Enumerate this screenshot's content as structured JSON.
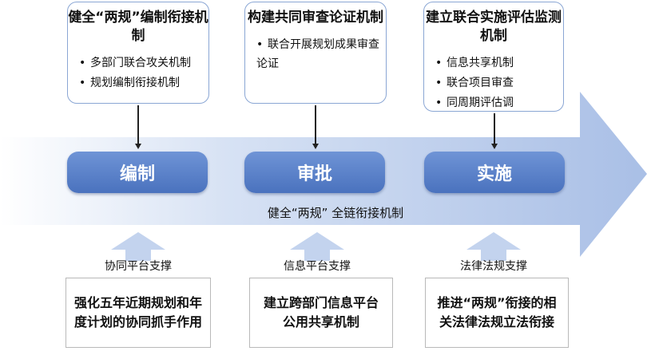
{
  "colors": {
    "arrow": "#a9bfe6",
    "pill": "#5b80c7",
    "top_border": "#8aa6d4",
    "up_arrow": "#c3d3ee"
  },
  "top_mechanisms": [
    {
      "title": "健全“两规”编制衔接机制",
      "items": [
        "多部门联合攻关机制",
        "规划编制衔接机制"
      ]
    },
    {
      "title": "构建共同审查论证机制",
      "items": [
        "联合开展规划成果审查论证"
      ]
    },
    {
      "title": "建立联合实施评估监测机制",
      "items": [
        "信息共享机制",
        "联合项目审查",
        "同周期评估调"
      ]
    }
  ],
  "stages": [
    "编制",
    "审批",
    "实施"
  ],
  "center_caption": "健全“两规” 全链衔接机制",
  "supports": [
    {
      "label": "协同平台支撑",
      "box": "强化五年近期规划和年度计划的协同抓手作用"
    },
    {
      "label": "信息平台支撑",
      "box": "建立跨部门信息平台公用共享机制"
    },
    {
      "label": "法律法规支撑",
      "box": "推进“两规”衔接的相关法律法规立法衔接"
    }
  ]
}
